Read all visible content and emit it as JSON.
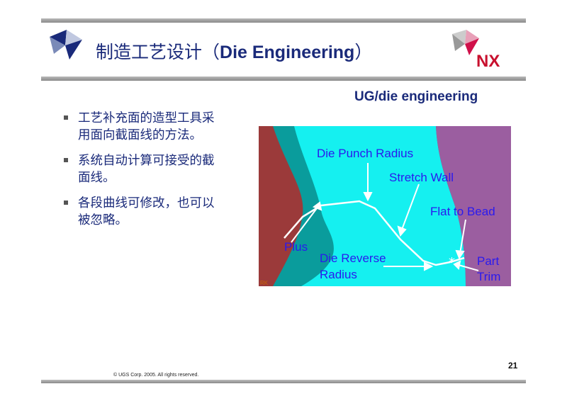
{
  "header": {
    "title_cn": "制造工艺设计（",
    "title_en": "Die Engineering",
    "title_close": "）",
    "right_logo_text": "NX"
  },
  "subtitle": "UG/die engineering",
  "bullets": [
    "工艺补充面的造型工具采用面向截面线的方法。",
    "系统自动计算可接受的截面线。",
    "各段曲线可修改，也可以被忽略。"
  ],
  "diagram": {
    "labels": {
      "die_punch_radius": "Die Punch Radius",
      "stretch_wall": "Stretch Wall",
      "flat_to_bead": "Flat to Bead",
      "plus": "Plus",
      "die_reverse_radius_1": "Die Reverse",
      "die_reverse_radius_2": "Radius",
      "part_trim_1": "Part",
      "part_trim_2": "Trim",
      "corner_tag": "RK"
    },
    "colors": {
      "label": "#2a1aee",
      "dark_red": "#9b3a3a",
      "teal": "#0a9c9c",
      "cyan": "#15f0f0",
      "purple": "#9b5ea0"
    }
  },
  "footer": {
    "page_number": "21",
    "copyright": "© UGS Corp. 2005. All rights reserved."
  }
}
